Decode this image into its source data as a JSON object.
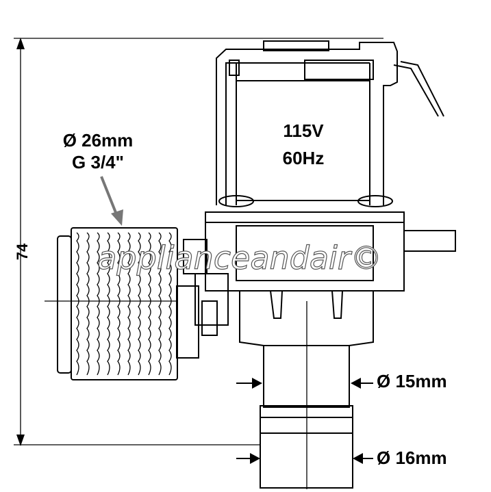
{
  "labels": {
    "height": "74",
    "inlet_diameter": "Ø 26mm",
    "inlet_thread": "G 3/4\"",
    "voltage": "115V",
    "frequency": "60Hz",
    "outlet_diameter_upper": "Ø 15mm",
    "outlet_diameter_lower": "Ø 16mm",
    "watermark": "applianceandair©"
  },
  "colors": {
    "line": "#000000",
    "background": "#ffffff",
    "watermark_outline": "#555555"
  }
}
